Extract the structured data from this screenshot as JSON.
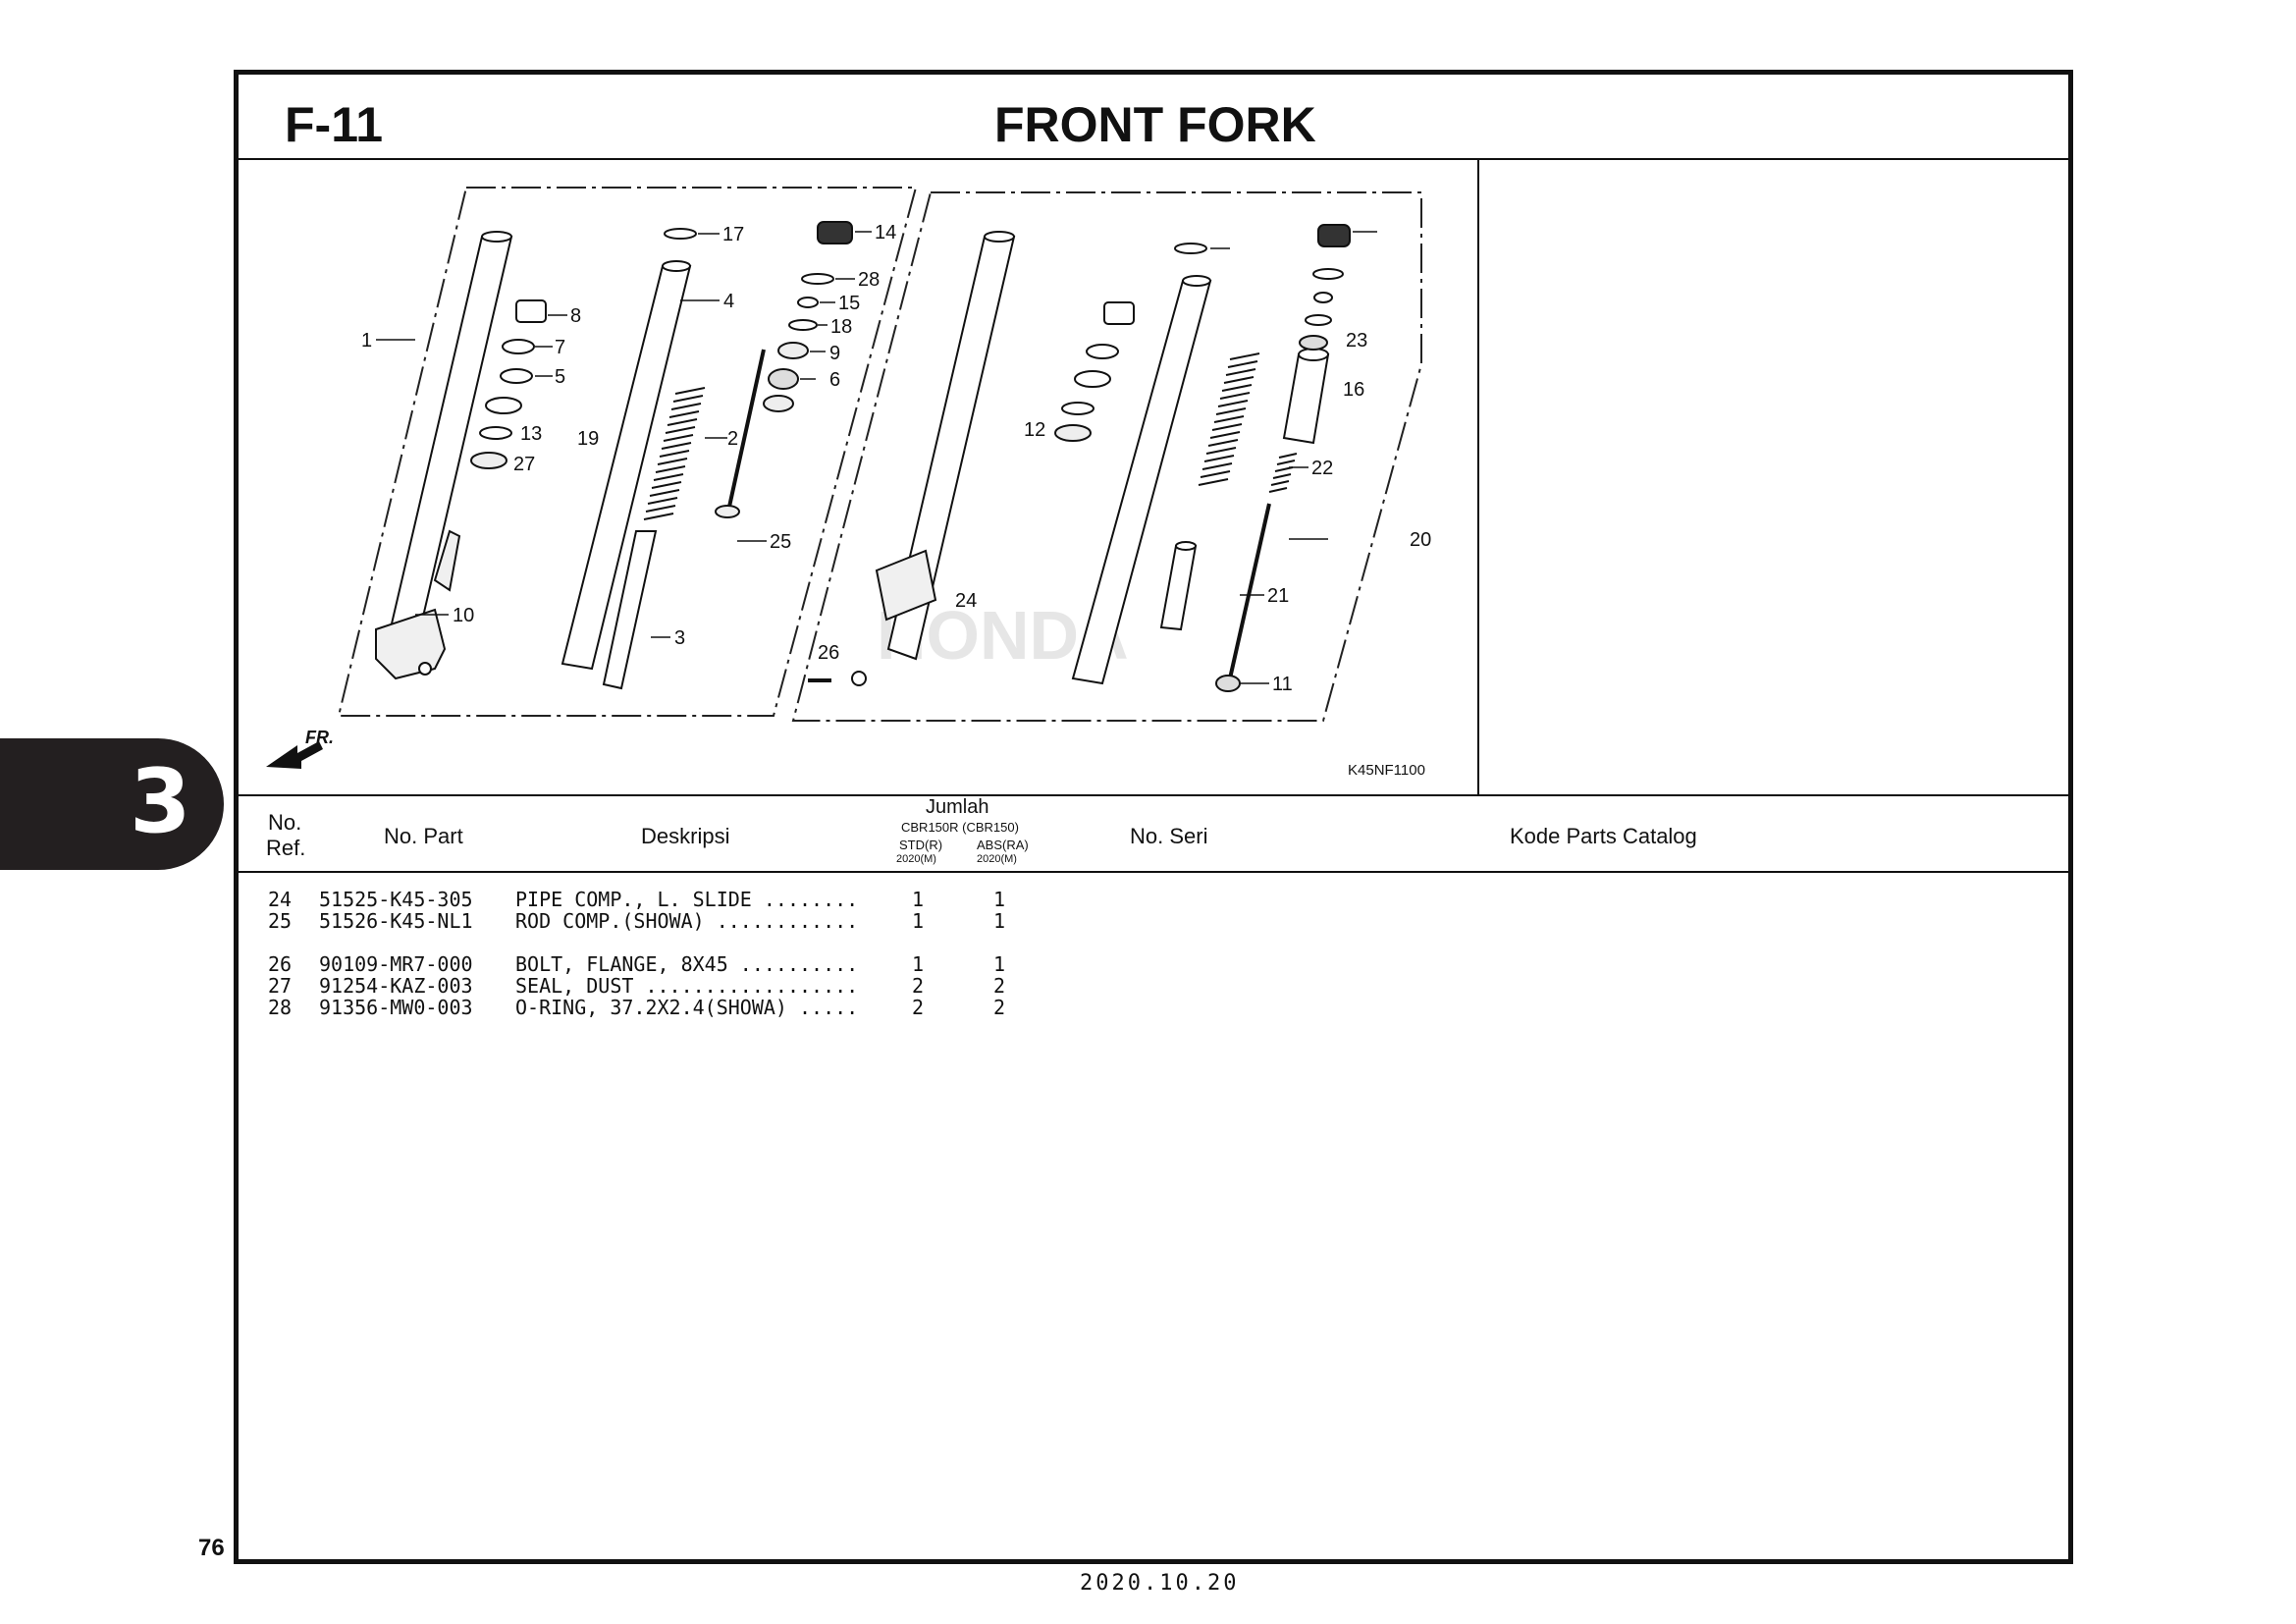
{
  "section": {
    "code": "F-11",
    "title": "FRONT FORK",
    "tab_number": "3"
  },
  "diagram": {
    "code": "K45NF1100",
    "direction_label": "FR.",
    "watermark": "HONDA",
    "callouts": [
      "1",
      "2",
      "3",
      "4",
      "5",
      "6",
      "7",
      "8",
      "9",
      "10",
      "11",
      "12",
      "13",
      "14",
      "15",
      "16",
      "17",
      "18",
      "19",
      "20",
      "21",
      "22",
      "23",
      "24",
      "25",
      "26",
      "27",
      "28"
    ]
  },
  "table": {
    "headers": {
      "ref_line1": "No.",
      "ref_line2": "Ref.",
      "part": "No. Part",
      "desc": "Deskripsi",
      "qty": "Jumlah",
      "qty_models": "CBR150R (CBR150)",
      "qty_col1": "STD(R)",
      "qty_col1_year": "2020(M)",
      "qty_col2": "ABS(RA)",
      "qty_col2_year": "2020(M)",
      "serial": "No. Seri",
      "catalog": "Kode Parts Catalog"
    },
    "rows": [
      {
        "ref": "24",
        "part": "51525-K45-305",
        "desc": "PIPE COMP., L. SLIDE ........",
        "q1": "1",
        "q2": "1"
      },
      {
        "ref": "25",
        "part": "51526-K45-NL1",
        "desc": "ROD COMP.(SHOWA) ............",
        "q1": "1",
        "q2": "1"
      },
      {
        "ref": "26",
        "part": "90109-MR7-000",
        "desc": "BOLT, FLANGE, 8X45 ..........",
        "q1": "1",
        "q2": "1"
      },
      {
        "ref": "27",
        "part": "91254-KAZ-003",
        "desc": "SEAL, DUST ..................",
        "q1": "2",
        "q2": "2"
      },
      {
        "ref": "28",
        "part": "91356-MW0-003",
        "desc": "O-RING, 37.2X2.4(SHOWA) .....",
        "q1": "2",
        "q2": "2"
      }
    ]
  },
  "footer": {
    "page_number": "76",
    "date": "2020.10.20"
  }
}
